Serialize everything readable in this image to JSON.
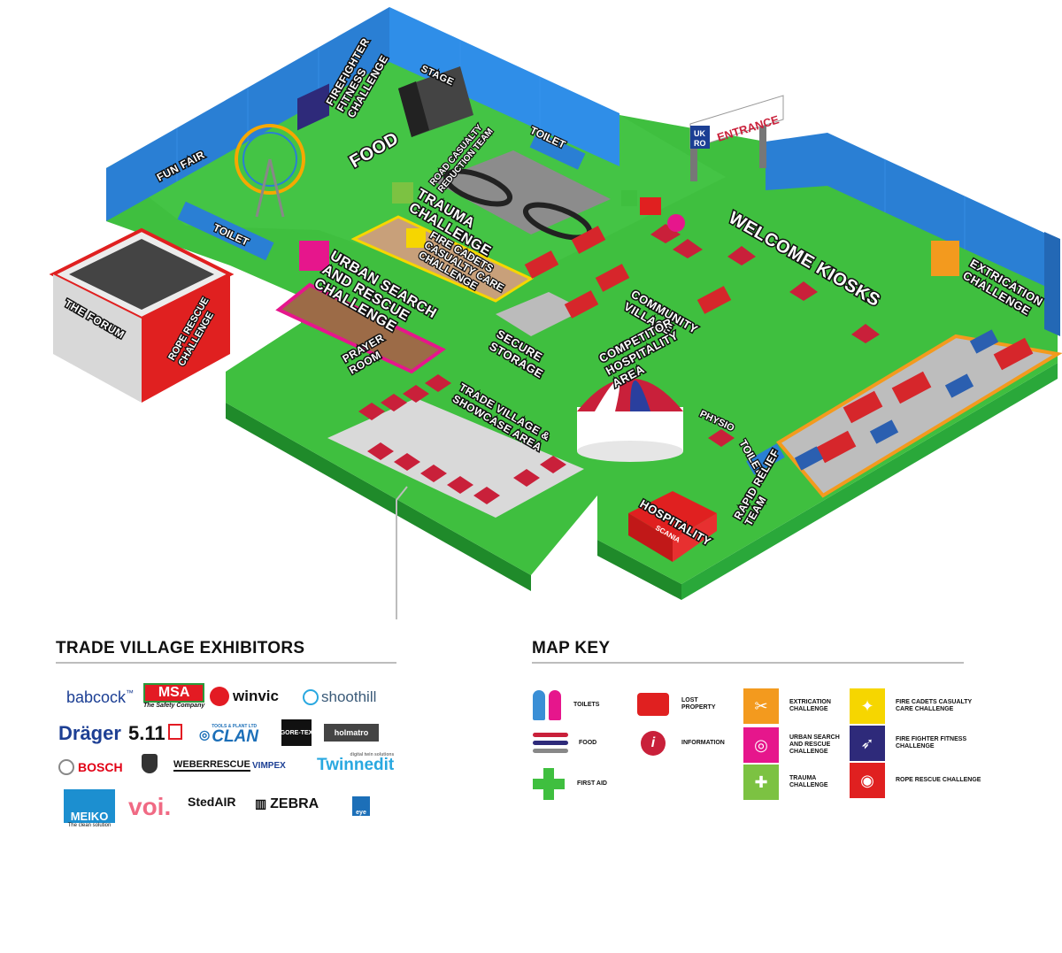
{
  "map": {
    "areas": {
      "fun_fair": "FUN FAIR",
      "stage": "STAGE",
      "firefighter_fitness": [
        "FIREFIGHTER",
        "FITNESS",
        "CHALLENGE"
      ],
      "food": "FOOD",
      "toilet_top": "TOILET",
      "toilet_left": "TOILET",
      "toilet_right": "TOILET",
      "road_casualty": [
        "ROAD CASUALTY",
        "REDUCTION TEAM"
      ],
      "trauma": [
        "TRAUMA",
        "CHALLENGE"
      ],
      "fire_cadets": [
        "FIRE CADETS",
        "CASUALTY CARE",
        "CHALLENGE"
      ],
      "usar": [
        "URBAN SEARCH",
        "AND RESCUE",
        "CHALLENGE"
      ],
      "forum": "THE FORUM",
      "rope_rescue": [
        "ROPE RESCUE",
        "CHALLENGE"
      ],
      "prayer_room": [
        "PRAYER",
        "ROOM"
      ],
      "secure_storage": [
        "SECURE",
        "STORAGE"
      ],
      "community_village": [
        "COMMUNITY",
        "VILLAGE"
      ],
      "competitor_hospitality": [
        "COMPETITOR",
        "HOSPITALITY",
        "AREA"
      ],
      "welcome_kiosks": "WELCOME KIOSKS",
      "extrication": [
        "EXTRICATION",
        "CHALLENGE"
      ],
      "entrance": "ENTRANCE",
      "entrance_logo": [
        "UK",
        "RO"
      ],
      "trade_village": [
        "TRADE VILLAGE &",
        "SHOWCASE AREA"
      ],
      "physio": "PHYSIO",
      "hospitality": "HOSPITALITY",
      "rapid_relief": [
        "RAPID RELIEF",
        "TEAM"
      ],
      "truck_brand": "SCANIA"
    },
    "colors": {
      "grass": "#3fbf3f",
      "wall_blue": "#2a7fd4",
      "forum_red": "#e02020",
      "extrication_orange": "#f39a1e",
      "usar_magenta": "#e6168c",
      "trauma_green": "#7cc242",
      "cadets_yellow": "#f6d600",
      "fitness_navy": "#2e2a7a"
    }
  },
  "exhibitors": {
    "title": "TRADE VILLAGE EXHIBITORS",
    "logos": [
      {
        "name": "babcock",
        "text": "babcock",
        "tm": "™",
        "color": "#1c3f94"
      },
      {
        "name": "msa",
        "text": "MSA",
        "sub": "The Safety Company",
        "color": "#e31b23"
      },
      {
        "name": "winvic",
        "text": "winvic",
        "color": "#111111"
      },
      {
        "name": "shoothill",
        "text": "shoothill",
        "color": "#3a5a78"
      },
      {
        "name": "drager",
        "text": "Dräger",
        "color": "#1d3f94"
      },
      {
        "name": "511",
        "text": "5.11",
        "color": "#111111"
      },
      {
        "name": "clan",
        "text": "CLAN",
        "sub": "TOOLS & PLANT LTD",
        "color": "#1c6fb8"
      },
      {
        "name": "goretex",
        "text": "GORE-TEX",
        "color": "#ffffff"
      },
      {
        "name": "holmatro",
        "text": "holmatro",
        "color": "#ffffff"
      },
      {
        "name": "bosch",
        "text": "BOSCH",
        "color": "#e20015"
      },
      {
        "name": "webber",
        "text": "WEBERRESCUE",
        "color": "#111111"
      },
      {
        "name": "vimpex",
        "text": "VIMPEX",
        "color": "#1c3f94"
      },
      {
        "name": "twinnedit",
        "text": "Twinnedit",
        "sub": "digital twin solutions",
        "color": "#29a8e0"
      },
      {
        "name": "meiko",
        "text": "MEIKO",
        "sub": "The clean solution",
        "color": "#1c3f94"
      },
      {
        "name": "voi",
        "text": "voi.",
        "color": "#f06a84"
      },
      {
        "name": "stedair",
        "text": "StedAIR",
        "color": "#111111"
      },
      {
        "name": "zebra",
        "text": "ZEBRA",
        "color": "#111111"
      },
      {
        "name": "eye",
        "text": "eye",
        "color": "#ffffff"
      }
    ]
  },
  "map_key": {
    "title": "MAP KEY",
    "items": [
      {
        "id": "toilets",
        "label": "TOILETS"
      },
      {
        "id": "food",
        "label": "FOOD"
      },
      {
        "id": "first_aid",
        "label": "FIRST AID"
      },
      {
        "id": "lost_property",
        "label": "LOST PROPERTY"
      },
      {
        "id": "information",
        "label": "INFORMATION"
      },
      {
        "id": "extrication",
        "label": "EXTRICATION CHALLENGE",
        "color": "#f39a1e"
      },
      {
        "id": "usar",
        "label": "URBAN SEARCH AND RESCUE CHALLENGE",
        "color": "#e6168c"
      },
      {
        "id": "trauma",
        "label": "TRAUMA CHALLENGE",
        "color": "#7cc242"
      },
      {
        "id": "cadets",
        "label": "FIRE CADETS CASUALTY CARE CHALLENGE",
        "color": "#f6d600"
      },
      {
        "id": "fitness",
        "label": "FIRE FIGHTER FITNESS CHALLENGE",
        "color": "#2e2a7a"
      },
      {
        "id": "rope",
        "label": "ROPE RESCUE CHALLENGE",
        "color": "#e02020"
      }
    ]
  }
}
